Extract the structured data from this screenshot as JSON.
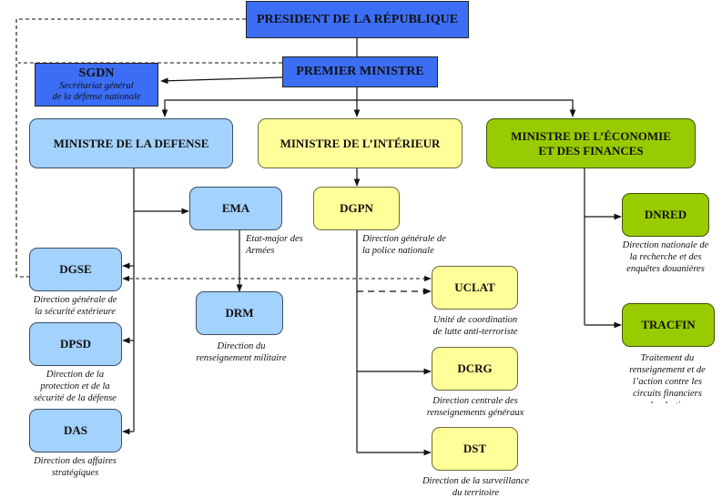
{
  "title": "Organigramme du renseignement français",
  "colors": {
    "executive": "#3b6ef5",
    "defense": "#a3d2fc",
    "interieur": "#ffff99",
    "economie": "#99cc00",
    "line": "#111111"
  },
  "nodes": {
    "president": {
      "label": "PRESIDENT DE LA RÉPUBLIQUE"
    },
    "premier": {
      "label": "PREMIER MINISTRE"
    },
    "sgdn": {
      "label": "SGDN",
      "sub1": "Secrétariat général",
      "sub2": "de la défense nationale"
    },
    "defense": {
      "label": "MINISTRE DE LA DEFENSE"
    },
    "interieur": {
      "label": "MINISTRE DE L’INTÉRIEUR"
    },
    "economie": {
      "label1": "MINISTRE DE L’ÉCONOMIE",
      "label2": "ET DES FINANCES"
    },
    "ema": {
      "label": "EMA",
      "caption": [
        "Etat-major des",
        "Armées"
      ]
    },
    "dgpn": {
      "label": "DGPN",
      "caption": [
        "Direction générale de",
        "la police nationale"
      ]
    },
    "dnred": {
      "label": "DNRED",
      "caption": [
        "Direction nationale de",
        "la recherche et des",
        "enquêtes douanières"
      ]
    },
    "dgse": {
      "label": "DGSE",
      "caption": [
        "Direction générale de",
        "la sécurité extérieure"
      ]
    },
    "uclat": {
      "label": "UCLAT",
      "caption": [
        "Unité de coordination",
        "de lutte anti-terroriste"
      ]
    },
    "drm": {
      "label": "DRM",
      "caption": [
        "Direction du",
        "renseignement militaire"
      ]
    },
    "dpsd": {
      "label": "DPSD",
      "caption": [
        "Direction de la",
        "protection et de la",
        "sécurité de la défense"
      ]
    },
    "tracfin": {
      "label": "TRACFIN",
      "caption": [
        "Traitement du",
        "renseignement et de",
        "l’action contre les",
        "circuits financiers",
        "clandestins"
      ]
    },
    "dcrg": {
      "label": "DCRG",
      "caption": [
        "Direction centrale des",
        "renseignements généraux"
      ]
    },
    "das": {
      "label": "DAS",
      "caption": [
        "Direction des affaires",
        "stratégiques"
      ]
    },
    "dst": {
      "label": "DST",
      "caption": [
        "Direction de la surveillance",
        "du territoire"
      ]
    }
  }
}
